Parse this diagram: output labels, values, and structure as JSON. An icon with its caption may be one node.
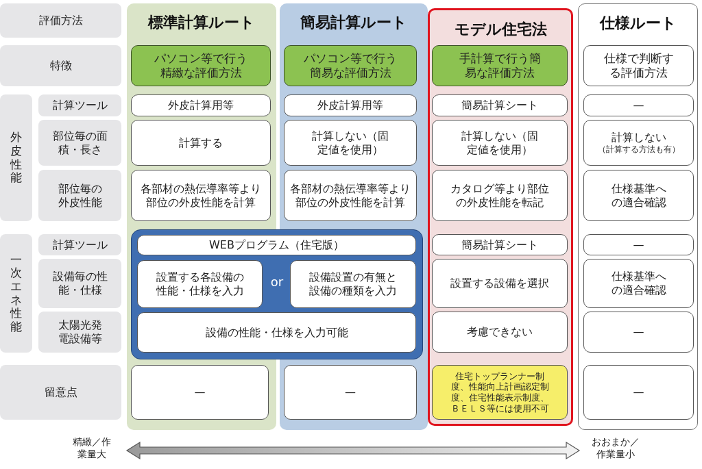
{
  "diagram": {
    "nodes": [
      {
        "text": [
          "評価方法"
        ]
      },
      {
        "text": [
          "特徴"
        ]
      },
      {
        "text": [
          "外皮性能"
        ]
      },
      {
        "text": [
          "計算ツール"
        ]
      },
      {
        "text": [
          "部位毎の面積・長さ"
        ]
      },
      {
        "text": [
          "部位毎の外皮性能"
        ]
      },
      {
        "text": [
          "一次エネ性能"
        ]
      },
      {
        "text": [
          "計算ツール"
        ]
      },
      {
        "text": [
          "設備毎の性能・仕様"
        ]
      },
      {
        "text": [
          "太陽光発電設備等"
        ]
      },
      {
        "text": [
          "留意点"
        ]
      },
      {
        "text": [
          "標準計算ルート"
        ]
      },
      {
        "text": [
          "パソコン等で行う精緻な評価方法"
        ],
        "in": 11
      },
      {
        "text": [
          "外皮計算用等"
        ],
        "in": 11
      },
      {
        "text": [
          "計算する"
        ],
        "in": 11
      },
      {
        "text": [
          "各部材の熱伝導率等より部位の外皮性能を計算"
        ],
        "in": 11
      },
      {
        "text": [
          "簡易計算ルート"
        ]
      },
      {
        "text": [
          "パソコン等で行う簡易な評価方法"
        ],
        "in": 16
      },
      {
        "text": [
          "外皮計算用等"
        ],
        "in": 16
      },
      {
        "text": [
          "計算しない（固定値を使用）"
        ],
        "in": 16
      },
      {
        "text": [
          "各部材の熱伝導率等より部位の外皮性能を計算"
        ],
        "in": 16
      },
      {
        "text": [
          "or"
        ]
      },
      {
        "text": [
          "WEBプログラム（住宅版）"
        ],
        "in": 21
      },
      {
        "text": [
          "設置する各設備の性能・仕様を入力"
        ]
      },
      {
        "text": [
          "設備設置の有無と設備の種類を入力"
        ]
      },
      {
        "text": [
          "設備の性能・仕様を入力可能"
        ],
        "in": 21
      },
      {
        "text": [
          "—"
        ],
        "in": 11
      },
      {
        "text": [
          "—"
        ],
        "in": 16
      },
      {
        "text": [
          "モデル住宅法"
        ]
      },
      {
        "text": [
          "手計算で行う簡易な評価方法"
        ],
        "in": 28
      },
      {
        "text": [
          "簡易計算シート"
        ],
        "in": 28
      },
      {
        "text": [
          "計算しない（固定値を使用）"
        ],
        "in": 28
      },
      {
        "text": [
          "カタログ等より部位の外皮性能を転記"
        ],
        "in": 28
      },
      {
        "text": [
          "簡易計算シート"
        ],
        "in": 28
      },
      {
        "text": [
          "設置する設備を選択"
        ],
        "in": 28
      },
      {
        "text": [
          "考慮できない"
        ],
        "in": 28
      },
      {
        "text": [
          "住宅トップランナー制度、性能向上計画認定制度、住宅性能表示制度、ＢＥＬＳ等には使用不可"
        ],
        "in": 28
      },
      {
        "text": [
          "仕様ルート"
        ]
      },
      {
        "text": [
          "仕様で判断する評価方法"
        ],
        "in": 37
      },
      {
        "text": [
          "—"
        ],
        "in": 37
      },
      {
        "text": [
          "計算しない",
          "（計算する方法も有）"
        ],
        "in": 37
      },
      {
        "text": [
          "仕様基準への適合確認"
        ],
        "in": 37
      },
      {
        "text": [
          "—"
        ],
        "in": 37
      },
      {
        "text": [
          "仕様基準への適合確認"
        ],
        "in": 37
      },
      {
        "text": [
          "—"
        ],
        "in": 37
      },
      {
        "text": [
          "—"
        ],
        "in": 37
      }
    ],
    "labels": [
      "精緻／作業量大",
      "おおまか／作業量小"
    ]
  }
}
